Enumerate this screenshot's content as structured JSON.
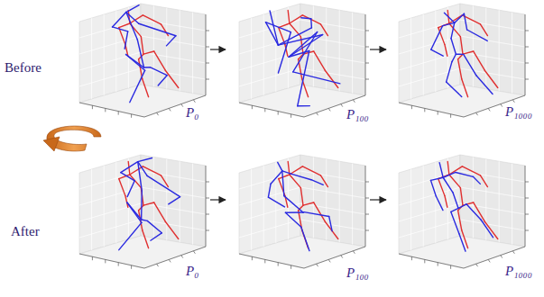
{
  "diagram": {
    "labels": [
      "Before",
      "P₀",
      "P₁₀₀",
      "P₁₀₀₀",
      "After",
      "P₀",
      "P₁₀₀",
      "P₁₀₀₀"
    ]
  }
}
